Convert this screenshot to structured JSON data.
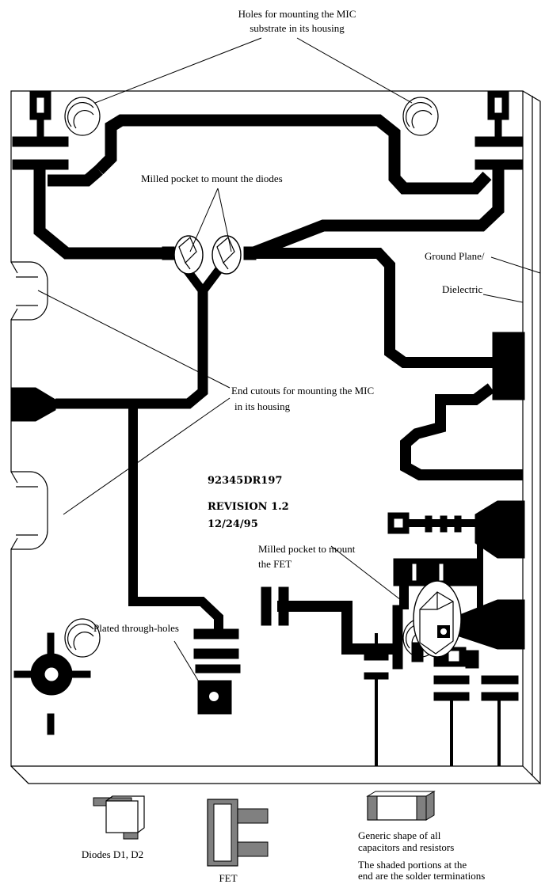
{
  "labels": {
    "holes_mounting_line1": "Holes for mounting the MIC",
    "holes_mounting_line2": "substrate in its housing",
    "milled_pocket_diodes": "Milled pocket to mount the diodes",
    "ground_plane": "Ground Plane/",
    "dielectric": "Dielectric",
    "end_cutouts_line1": "End cutouts for mounting the MIC",
    "end_cutouts_line2": "in its housing",
    "milled_pocket_fet_line1": "Milled pocket to mount",
    "milled_pocket_fet_line2": "the FET",
    "plated_through_holes": "Plated through-holes",
    "part_number": "92345DR197",
    "revision": "REVISION 1.2",
    "date": "12/24/95",
    "diodes_caption": "Diodes D1, D2",
    "fet_caption": "FET",
    "generic_shape_line1": "Generic shape of all",
    "generic_shape_line2": "capacitors and resistors",
    "shaded_note_line1": "The shaded portions at the",
    "shaded_note_line2": "end are the solder terminations"
  },
  "colors": {
    "trace": "#000000",
    "terminal_shade": "#808080",
    "background": "#ffffff"
  }
}
